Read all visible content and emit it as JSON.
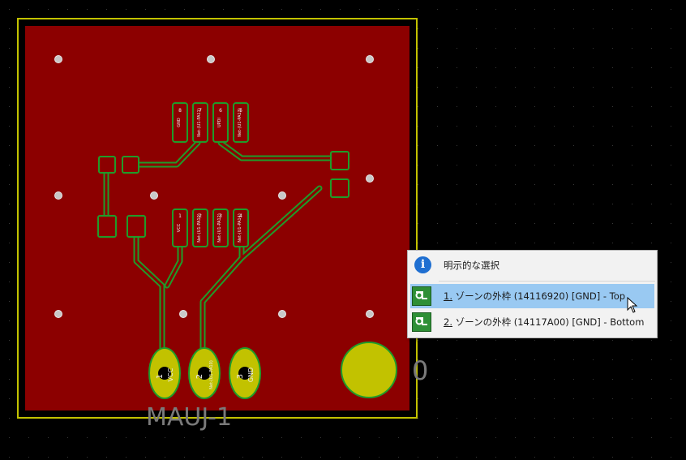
{
  "colors": {
    "copper_fill": "#8c0000",
    "board_outline": "#c2c200",
    "track_green": "#1f9c2a",
    "pad_yellow": "#c2c200",
    "accent_blue": "#99c9f2"
  },
  "board": {
    "ref_label": "MAUJ-1",
    "zero_label": "0",
    "connector_pads": [
      {
        "label": "VCC",
        "number": "1"
      },
      {
        "label": "Net-(U1-PA10)",
        "number": "2"
      },
      {
        "label": "GND",
        "number": "3"
      }
    ],
    "ic_pins_top": [
      {
        "label": "GND",
        "number": "8"
      },
      {
        "label": "Net-(U1-PA11)",
        "number": "7"
      },
      {
        "label": "UPDI",
        "number": "6"
      },
      {
        "label": "Net-(U1-PA13)",
        "number": "5"
      }
    ],
    "ic_pins_bottom": [
      {
        "label": "VCC",
        "number": "1"
      },
      {
        "label": "Net-(U1-PA10)",
        "number": "2"
      },
      {
        "label": "Net-(U1-PA12)",
        "number": "3"
      },
      {
        "label": "Net-(U1-PA14)",
        "number": "4"
      }
    ]
  },
  "popup": {
    "title": "明示的な選択",
    "info_icon": "info-icon",
    "items": [
      {
        "number": "1.",
        "text": " ゾーンの外枠 (14116920) [GND] - Top",
        "icon": "zone-icon",
        "selected": true
      },
      {
        "number": "2.",
        "text": " ゾーンの外枠 (14117A00) [GND] - Bottom",
        "icon": "zone-icon",
        "selected": false
      }
    ]
  }
}
